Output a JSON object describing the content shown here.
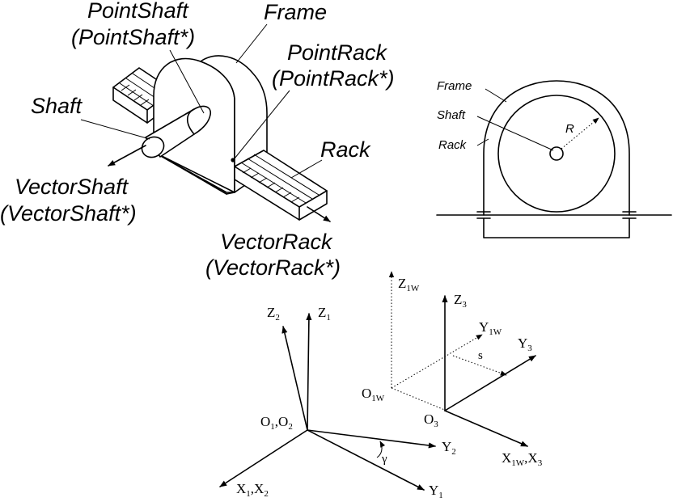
{
  "main_diagram": {
    "labels": {
      "point_shaft": "PointShaft",
      "point_shaft_alt": "(PointShaft*)",
      "frame": "Frame",
      "point_rack": "PointRack",
      "point_rack_alt": "(PointRack*)",
      "shaft": "Shaft",
      "rack": "Rack",
      "vector_shaft": "VectorShaft",
      "vector_shaft_alt": "(VectorShaft*)",
      "vector_rack": "VectorRack",
      "vector_rack_alt": "(VectorRack*)"
    }
  },
  "side_view": {
    "labels": {
      "frame": "Frame",
      "shaft": "Shaft",
      "rack": "Rack",
      "radius": "R"
    }
  },
  "frame_left": {
    "z2": {
      "base": "Z",
      "sub": "2"
    },
    "z1": {
      "base": "Z",
      "sub": "1"
    },
    "origin": {
      "a": "O",
      "a_sub": "1",
      "sep": ",",
      "b": "O",
      "b_sub": "2"
    },
    "y2": {
      "base": "Y",
      "sub": "2"
    },
    "y1": {
      "base": "Y",
      "sub": "1"
    },
    "x12": {
      "a": "X",
      "a_sub": "1",
      "sep": ",",
      "b": "X",
      "b_sub": "2"
    },
    "gamma": "γ"
  },
  "frame_right": {
    "z1w": {
      "base": "Z",
      "sub": "1W"
    },
    "z3": {
      "base": "Z",
      "sub": "3"
    },
    "y1w": {
      "base": "Y",
      "sub": "1W"
    },
    "y3": {
      "base": "Y",
      "sub": "3"
    },
    "s": "s",
    "o1w": {
      "base": "O",
      "sub": "1W"
    },
    "o3": {
      "base": "O",
      "sub": "3"
    },
    "x13": {
      "a": "X",
      "a_sub": "1W",
      "sep": ",",
      "b": "X",
      "b_sub": "3"
    }
  }
}
